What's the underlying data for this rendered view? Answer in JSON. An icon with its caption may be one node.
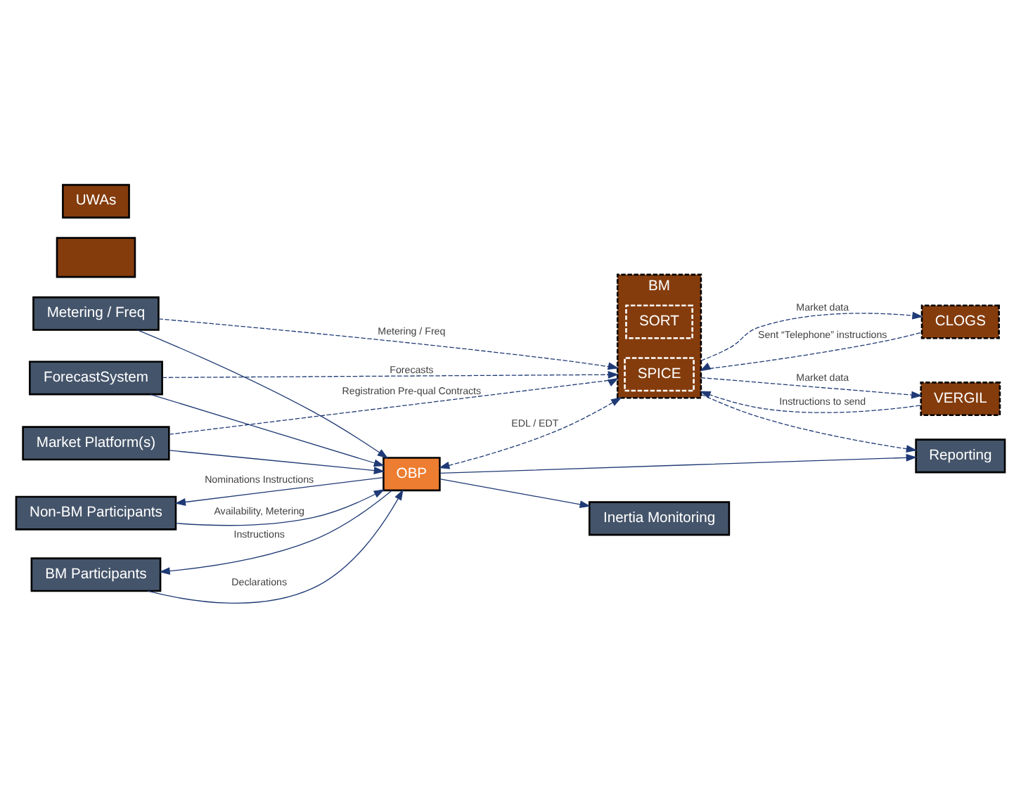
{
  "diagram": {
    "nodes": [
      {
        "text": [
          "Non-BM Participants"
        ]
      },
      {
        "text": [
          "BM Participants"
        ]
      },
      {
        "text": [
          "Metering / Freq"
        ]
      },
      {
        "text": [
          "ForecastSystem"
        ]
      },
      {
        "text": [
          "Market Platform(s)"
        ]
      },
      {
        "text": [
          "OBP"
        ]
      },
      {
        "text": [
          "BM"
        ]
      },
      {
        "text": [
          "SORT"
        ],
        "in": 6
      },
      {
        "text": [
          "SPICE"
        ],
        "in": 6
      },
      {
        "text": [
          "CLOGS"
        ]
      },
      {
        "text": [
          "VERGIL"
        ]
      },
      {
        "text": [
          "Reporting"
        ]
      },
      {
        "text": [
          "Inertia Monitoring"
        ]
      },
      {
        "text": [],
        "shape": "box"
      },
      {
        "text": [
          "UWAs"
        ]
      }
    ],
    "edges": [
      {
        "from": 0,
        "to": 5,
        "arrow": "to",
        "label": "Availability, Metering"
      },
      {
        "from": 5,
        "to": 0,
        "arrow": "to",
        "label": "Nominations Instructions"
      },
      {
        "from": 1,
        "to": 5,
        "arrow": "to",
        "label": "Declarations"
      },
      {
        "from": 5,
        "to": 1,
        "arrow": "to",
        "label": "Instructions"
      },
      {
        "from": 2,
        "to": 5,
        "arrow": "to"
      },
      {
        "from": 3,
        "to": 5,
        "arrow": "to"
      },
      {
        "from": 4,
        "to": 5,
        "arrow": "to"
      },
      {
        "from": 2,
        "to": 6,
        "arrow": "to",
        "style": "dashed",
        "label": "Metering / Freq"
      },
      {
        "from": 3,
        "to": 6,
        "arrow": "to",
        "style": "dashed",
        "label": "Forecasts"
      },
      {
        "from": 4,
        "to": 6,
        "arrow": "to",
        "style": "dashed",
        "label": "Registration Pre-qual Contracts"
      },
      {
        "from": 5,
        "to": 6,
        "arrow": "both",
        "style": "dashed",
        "label": "EDL / EDT"
      },
      {
        "from": 6,
        "to": 9,
        "arrow": "to",
        "style": "dashed",
        "label": "Market data"
      },
      {
        "from": 9,
        "to": 6,
        "arrow": "to",
        "style": "dashed",
        "label": "Sent “Telephone” instructions"
      },
      {
        "from": 6,
        "to": 10,
        "arrow": "to",
        "style": "dashed",
        "label": "Market data"
      },
      {
        "from": 10,
        "to": 6,
        "arrow": "to",
        "style": "dashed",
        "label": "Instructions to send"
      },
      {
        "from": 6,
        "to": 11,
        "arrow": "to",
        "style": "dashed"
      },
      {
        "from": 5,
        "to": 11,
        "arrow": "to"
      },
      {
        "from": 5,
        "to": 12,
        "arrow": "to"
      }
    ]
  }
}
